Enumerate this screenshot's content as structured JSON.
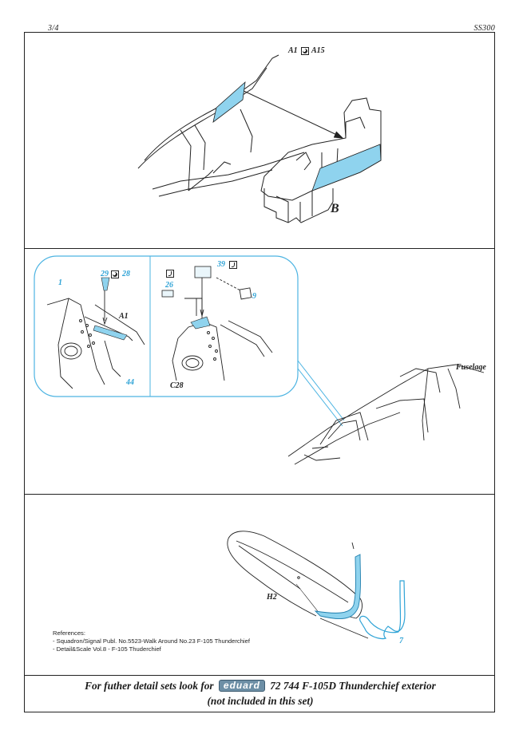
{
  "header": {
    "page": "3/4",
    "code": "SS300"
  },
  "step1": {
    "part_a": "A1",
    "part_b": "A15",
    "assembly": "B"
  },
  "step2": {
    "left": {
      "part_1": "1",
      "part_29": "29",
      "part_28": "28",
      "part_a1": "A1",
      "part_44": "44"
    },
    "right": {
      "part_39": "39",
      "part_26": "26",
      "part_9": "9",
      "part_c28": "C28"
    },
    "fuselage_label": "Fuselage"
  },
  "step3": {
    "part_h2": "H2",
    "part_7": "7",
    "references": {
      "title": "References:",
      "items": [
        "- Squadron/Signal Publ. No.5523-Walk Around No.23 F-105 Thunderchief",
        "- Detail&Scale Vol.8 - F-105 Thuderchief"
      ]
    }
  },
  "footer": {
    "prefix": "For futher detail sets look for",
    "brand": "eduard",
    "product": "72 744 F-105D Thunderchief exterior",
    "note": "(not included in this set)"
  },
  "colors": {
    "photo_etch": "#8fd3ee",
    "leader": "#2fa3d6",
    "ink": "#1a1a1a"
  },
  "icons": {
    "fold_icon": "fold-symbol",
    "moon_icon": "alternate-part-symbol"
  }
}
